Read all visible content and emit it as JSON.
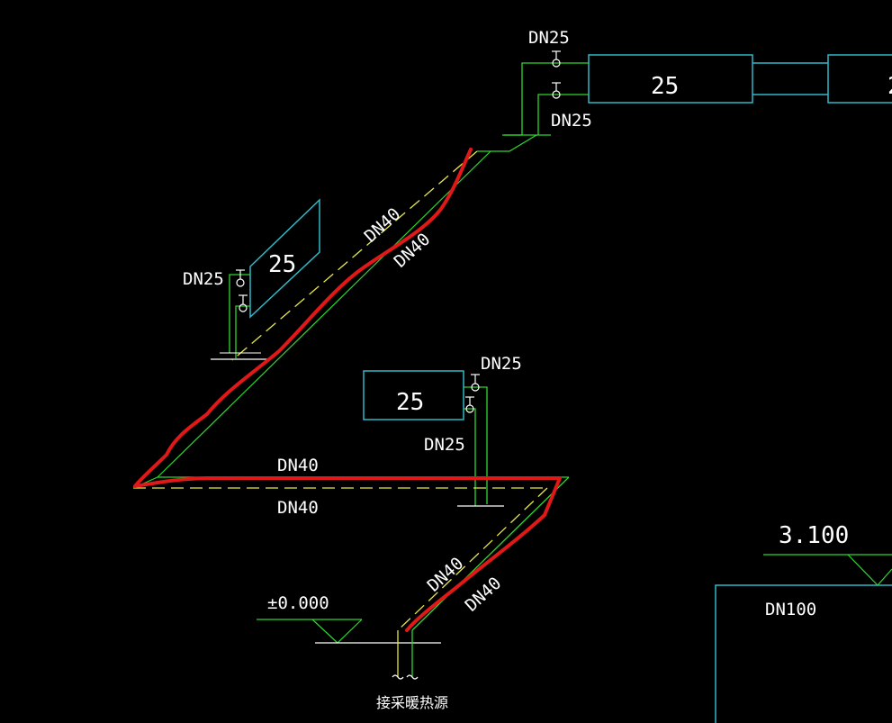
{
  "labels": {
    "dn25_top": "DN25",
    "dn25_top_lower": "DN25",
    "dn25_left": "DN25",
    "dn25_mid": "DN25",
    "dn25_mid_lower": "DN25",
    "dn40_upper_a": "DN40",
    "dn40_upper_b": "DN40",
    "dn40_horiz_a": "DN40",
    "dn40_horiz_b": "DN40",
    "dn40_lower_a": "DN40",
    "dn40_lower_b": "DN40",
    "dn100": "DN100"
  },
  "radiators": {
    "top_a": "25",
    "top_b": "2",
    "left": "25",
    "mid": "25"
  },
  "elevations": {
    "ground": "±0.000",
    "upper": "3.100"
  },
  "source_label": "接采暖热源",
  "colors": {
    "background": "#000000",
    "pipe_green": "#2ed62e",
    "pipe_yellow": "#e8e84a",
    "radiator_cyan": "#2fb8c8",
    "highlight_red": "#e01818",
    "text_white": "#ffffff"
  }
}
